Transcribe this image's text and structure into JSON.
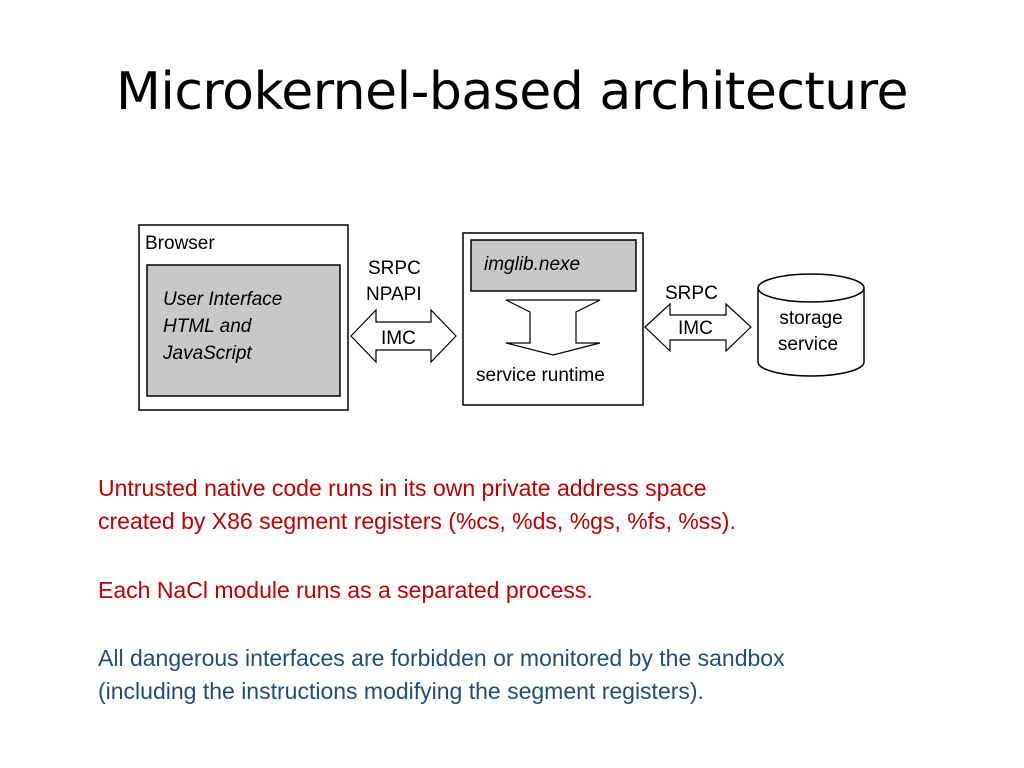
{
  "slide": {
    "title": "Microkernel-based architecture"
  },
  "diagram": {
    "browser": {
      "label": "Browser",
      "inner_lines": [
        "User Interface",
        "HTML and",
        "JavaScript"
      ]
    },
    "link_left": {
      "lines": [
        "SRPC",
        "NPAPI",
        "IMC"
      ]
    },
    "runtime": {
      "module_label": "imglib.nexe",
      "label": "service runtime"
    },
    "link_right": {
      "lines": [
        "SRPC",
        "IMC"
      ]
    },
    "storage": {
      "lines": [
        "storage",
        "service"
      ]
    }
  },
  "text": {
    "para1": [
      "Untrusted native code runs in its own private address space",
      "created by X86 segment registers (%cs, %ds, %gs, %fs, %ss)."
    ],
    "para2": "Each NaCl module runs as a separated process.",
    "para3": [
      "All dangerous interfaces are forbidden or monitored by the sandbox",
      "(including the instructions modifying the segment registers)."
    ]
  },
  "colors": {
    "accent_red": "#c00000",
    "accent_blue": "#1f4e79",
    "box_fill_gray": "#c8c8c8"
  }
}
